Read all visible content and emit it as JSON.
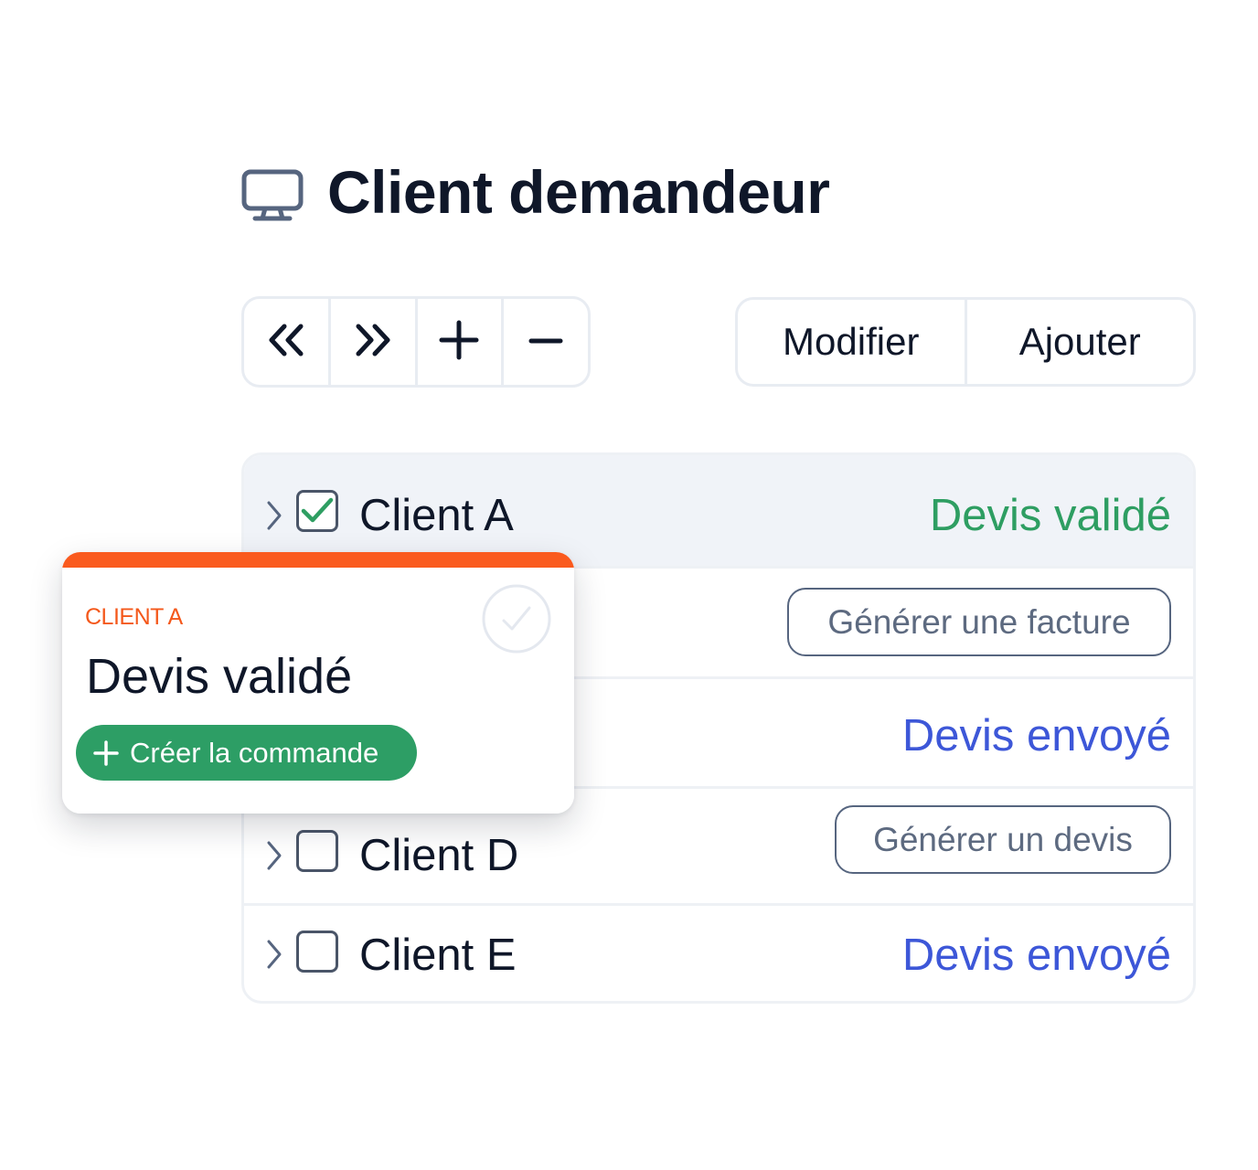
{
  "header": {
    "title": "Client demandeur",
    "icon": "monitor-icon"
  },
  "toolbar": {
    "nav_buttons": [
      {
        "icon": "chevrons-left-icon"
      },
      {
        "icon": "chevrons-right-icon"
      },
      {
        "icon": "plus-icon"
      },
      {
        "icon": "minus-icon"
      }
    ],
    "modify_label": "Modifier",
    "add_label": "Ajouter"
  },
  "table": {
    "rows": [
      {
        "name": "Client A",
        "checked": true,
        "status": "Devis validé",
        "status_color": "#2e9e62"
      },
      {
        "name": "",
        "action": "Générer une facture"
      },
      {
        "name": "",
        "status": "Devis envoyé",
        "status_color": "#3d57d8"
      },
      {
        "name": "Client D",
        "checked": false,
        "action": "Générer un devis"
      },
      {
        "name": "Client E",
        "checked": false,
        "status": "Devis envoyé",
        "status_color": "#3d57d8"
      }
    ]
  },
  "card": {
    "label": "CLIENT A",
    "title": "Devis validé",
    "cta_label": "Créer la commande",
    "accent_color": "#fa5a1e",
    "cta_color": "#2d9e65"
  },
  "colors": {
    "text_dark": "#0f1729",
    "border": "#e8ecf2",
    "selected_row": "#f0f3f8"
  }
}
